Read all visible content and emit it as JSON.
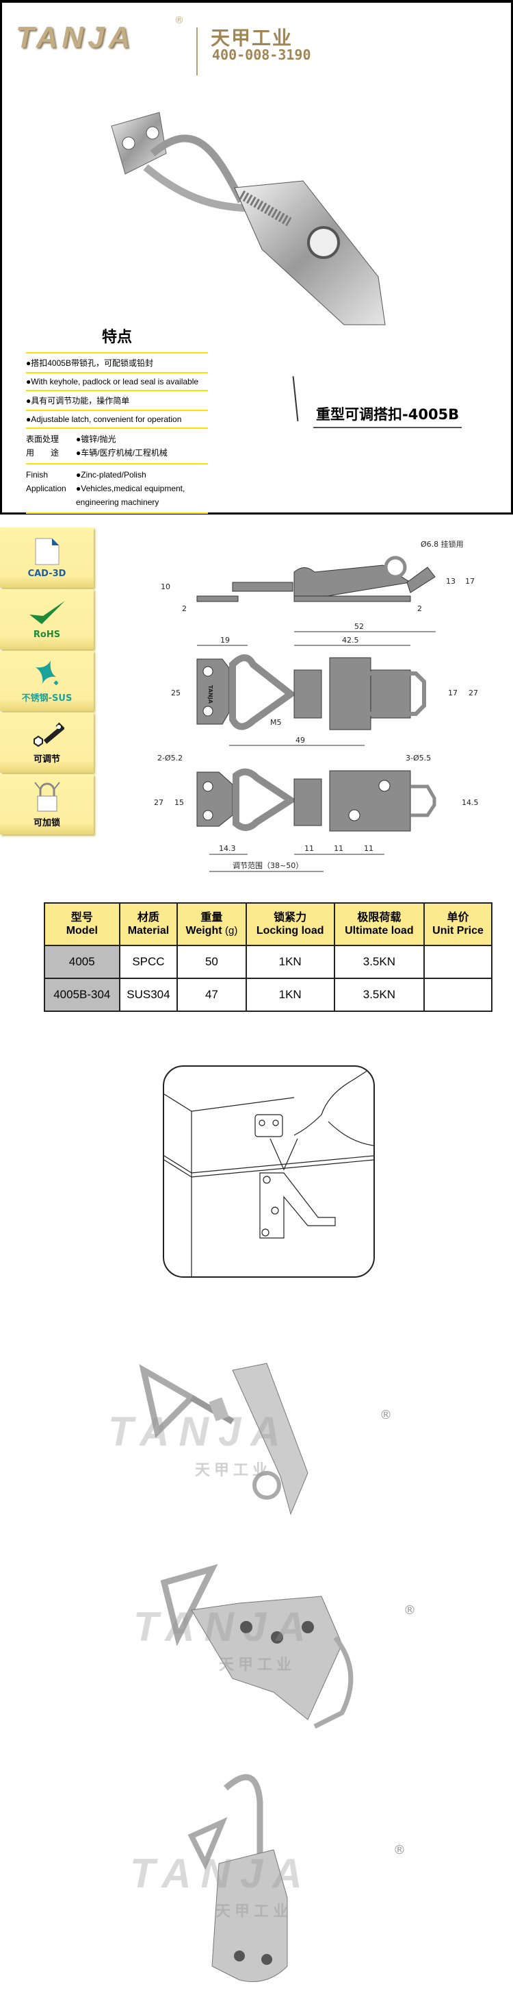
{
  "header": {
    "logo": "TANJA",
    "registered": "®",
    "brand_cn": "天甲工业",
    "phone": "400-008-3190"
  },
  "features": {
    "title": "特点",
    "items": [
      "●搭扣4005B带锁孔，可配锁或铅封",
      "●With keyhole, padlock or lead seal is available",
      "●具有可调节功能，操作简单",
      "●Adjustable latch, convenient for operation"
    ],
    "finish_cn_label": "表面处理",
    "finish_cn": "●镀锌/抛光",
    "application_cn_label": "用　　途",
    "application_cn": "●车辆/医疗机械/工程机械",
    "finish_en_label": "Finish",
    "finish_en": "●Zinc-plated/Polish",
    "application_en_label": "Application",
    "application_en": "●Vehicles,medical equipment,",
    "application_en_2": "engineering machinery"
  },
  "product_caption": "重型可调搭扣-4005B",
  "badges": [
    {
      "icon": "document-icon",
      "label": "CAD-3D",
      "color": "#1a5fa6"
    },
    {
      "icon": "checkmark-icon",
      "label": "RoHS",
      "color": "#1f8a3a"
    },
    {
      "icon": "sparkle-icon",
      "label": "不锈钢-SUS",
      "color": "#1aa39a"
    },
    {
      "icon": "wrench-icon",
      "label": "可调节",
      "color": "#111111"
    },
    {
      "icon": "padlock-icon",
      "label": "可加锁",
      "color": "#111111"
    }
  ],
  "drawing": {
    "hole_note": "Ø6.8 挂锁用",
    "d10": "10",
    "d2a": "2",
    "d2b": "2",
    "d13": "13",
    "d17a": "17",
    "d52": "52",
    "d42_5": "42.5",
    "d19": "19",
    "d25": "25",
    "d17b": "17",
    "d27a": "27",
    "m5": "M5",
    "d49": "49",
    "holes_left": "2-Ø5.2",
    "holes_right": "3-Ø5.5",
    "d27b": "27",
    "d15": "15",
    "d14_5": "14.5",
    "d14_3": "14.3",
    "d11a": "11",
    "d11b": "11",
    "d11c": "11",
    "range": "调节范围（38~50）",
    "stamp": "TANJA"
  },
  "table": {
    "headers": [
      {
        "cn": "型号",
        "en": "Model"
      },
      {
        "cn": "材质",
        "en": "Material"
      },
      {
        "cn": "重量",
        "en": "Weight",
        "unit": "(g)"
      },
      {
        "cn": "锁紧力",
        "en": "Locking load"
      },
      {
        "cn": "极限荷载",
        "en": "Ultimate load"
      },
      {
        "cn": "单价",
        "en": "Unit Price"
      }
    ],
    "rows": [
      {
        "model": "4005",
        "material": "SPCC",
        "weight": "50",
        "locking": "1KN",
        "ultimate": "3.5KN",
        "price": ""
      },
      {
        "model": "4005B-304",
        "material": "SUS304",
        "weight": "47",
        "locking": "1KN",
        "ultimate": "3.5KN",
        "price": ""
      }
    ]
  },
  "watermark": {
    "logo": "TANJA",
    "cn": "天甲工业",
    "reg": "®"
  }
}
